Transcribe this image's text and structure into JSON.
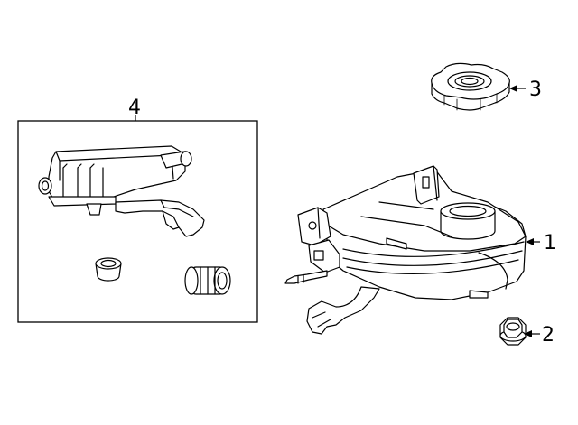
{
  "callouts": {
    "reservoir": "1",
    "nut": "2",
    "cap": "3",
    "sensor_kit": "4"
  }
}
